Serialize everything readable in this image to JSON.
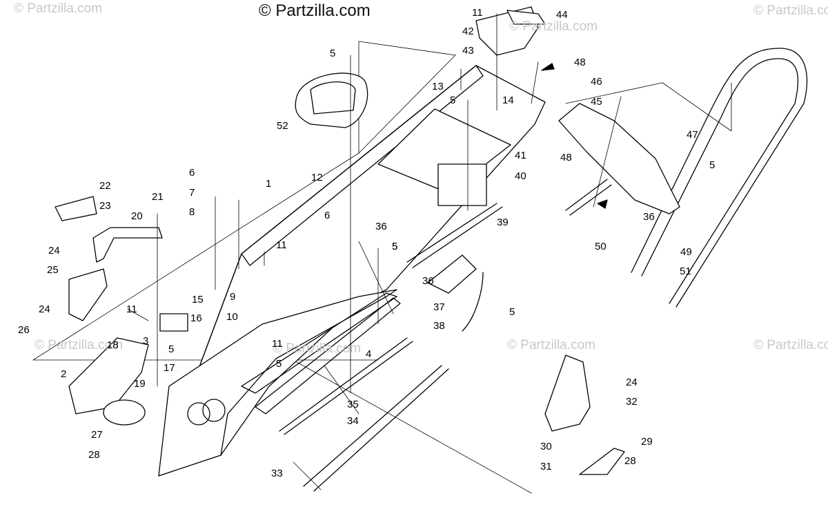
{
  "brand": "© Partzilla.com",
  "watermark": "© Partzilla.com",
  "callouts": [
    {
      "label": "1"
    },
    {
      "label": "2"
    },
    {
      "label": "3"
    },
    {
      "label": "4"
    },
    {
      "label": "5"
    },
    {
      "label": "5"
    },
    {
      "label": "5"
    },
    {
      "label": "5"
    },
    {
      "label": "5"
    },
    {
      "label": "5"
    },
    {
      "label": "5"
    },
    {
      "label": "5"
    },
    {
      "label": "6"
    },
    {
      "label": "6"
    },
    {
      "label": "7"
    },
    {
      "label": "8"
    },
    {
      "label": "9"
    },
    {
      "label": "10"
    },
    {
      "label": "11"
    },
    {
      "label": "11"
    },
    {
      "label": "11"
    },
    {
      "label": "11"
    },
    {
      "label": "12"
    },
    {
      "label": "13"
    },
    {
      "label": "14"
    },
    {
      "label": "15"
    },
    {
      "label": "16"
    },
    {
      "label": "17"
    },
    {
      "label": "18"
    },
    {
      "label": "19"
    },
    {
      "label": "20"
    },
    {
      "label": "21"
    },
    {
      "label": "22"
    },
    {
      "label": "23"
    },
    {
      "label": "24"
    },
    {
      "label": "24"
    },
    {
      "label": "24"
    },
    {
      "label": "25"
    },
    {
      "label": "26"
    },
    {
      "label": "27"
    },
    {
      "label": "28"
    },
    {
      "label": "28"
    },
    {
      "label": "29"
    },
    {
      "label": "30"
    },
    {
      "label": "31"
    },
    {
      "label": "32"
    },
    {
      "label": "33"
    },
    {
      "label": "34"
    },
    {
      "label": "35"
    },
    {
      "label": "36"
    },
    {
      "label": "36"
    },
    {
      "label": "36"
    },
    {
      "label": "37"
    },
    {
      "label": "38"
    },
    {
      "label": "39"
    },
    {
      "label": "40"
    },
    {
      "label": "41"
    },
    {
      "label": "42"
    },
    {
      "label": "43"
    },
    {
      "label": "44"
    },
    {
      "label": "45"
    },
    {
      "label": "46"
    },
    {
      "label": "47"
    },
    {
      "label": "48"
    },
    {
      "label": "48"
    },
    {
      "label": "49"
    },
    {
      "label": "50"
    },
    {
      "label": "51"
    },
    {
      "label": "52"
    }
  ]
}
